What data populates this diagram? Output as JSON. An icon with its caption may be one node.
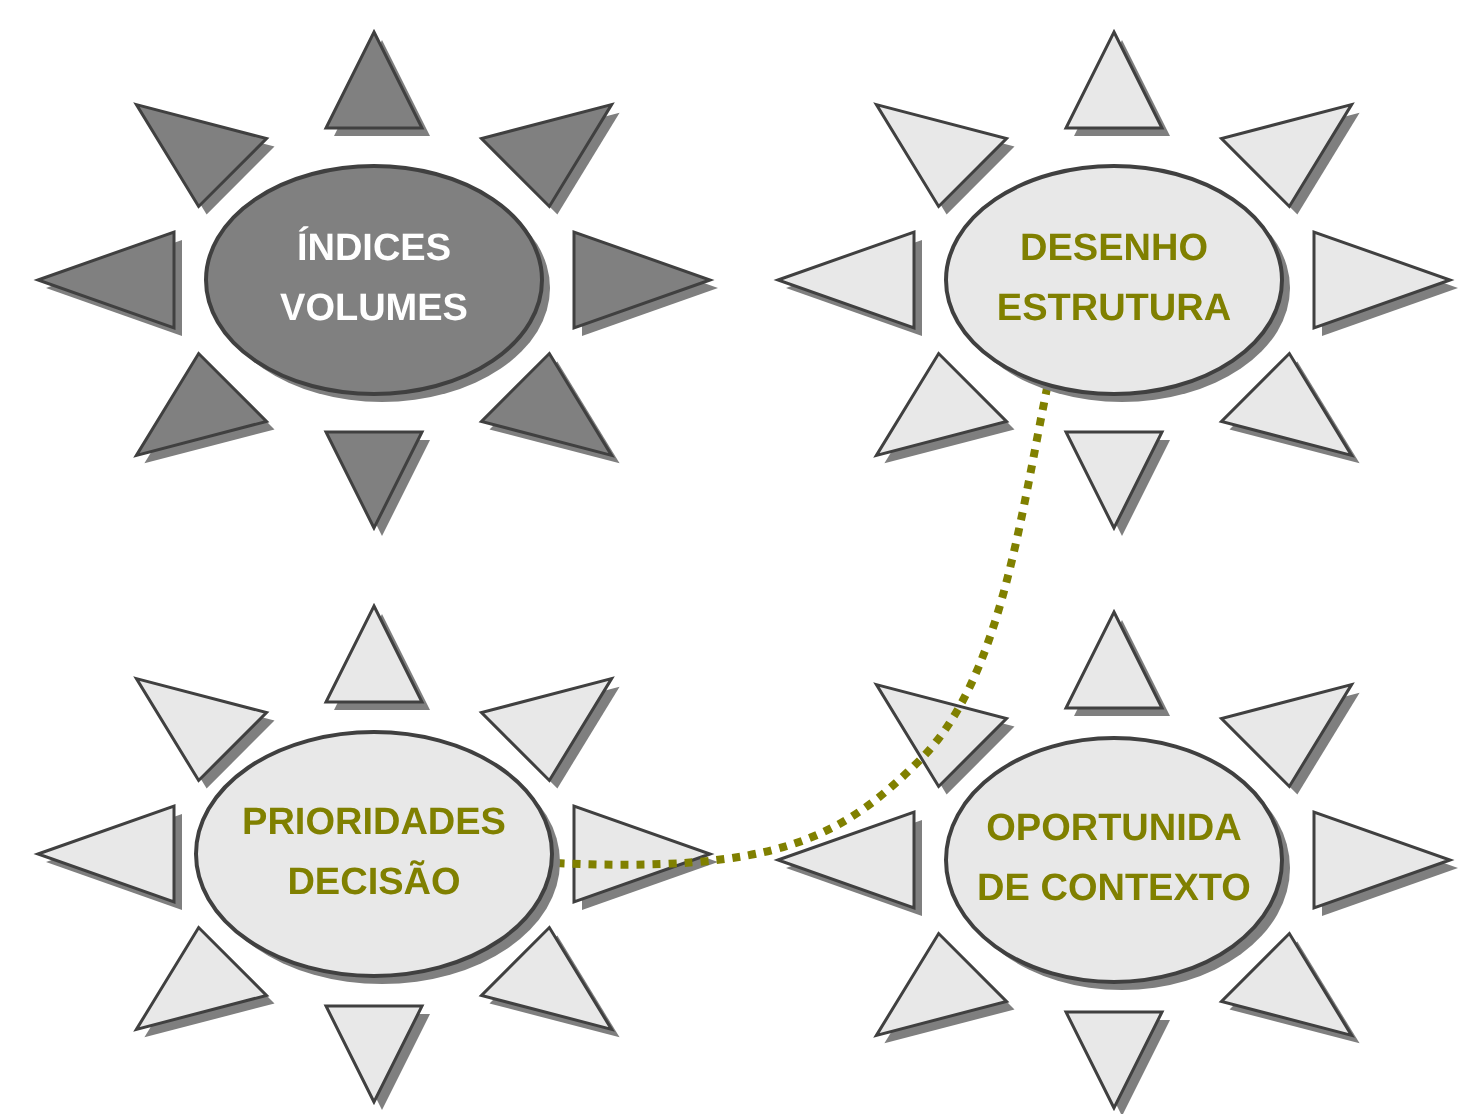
{
  "diagram": {
    "nodes": [
      {
        "text": [
          "ÍNDICES VOLUMES"
        ]
      },
      {
        "text": [
          "DESENHO ESTRUTURA"
        ]
      },
      {
        "text": [
          "PRIORIDADES DECISÃO"
        ]
      },
      {
        "text": [
          "OPORTUNIDA DE CONTEXTO"
        ]
      }
    ],
    "edges": [
      {
        "from": 1,
        "to": 2,
        "arrow": "none",
        "style": "dashed",
        "color": "#808000"
      }
    ]
  }
}
